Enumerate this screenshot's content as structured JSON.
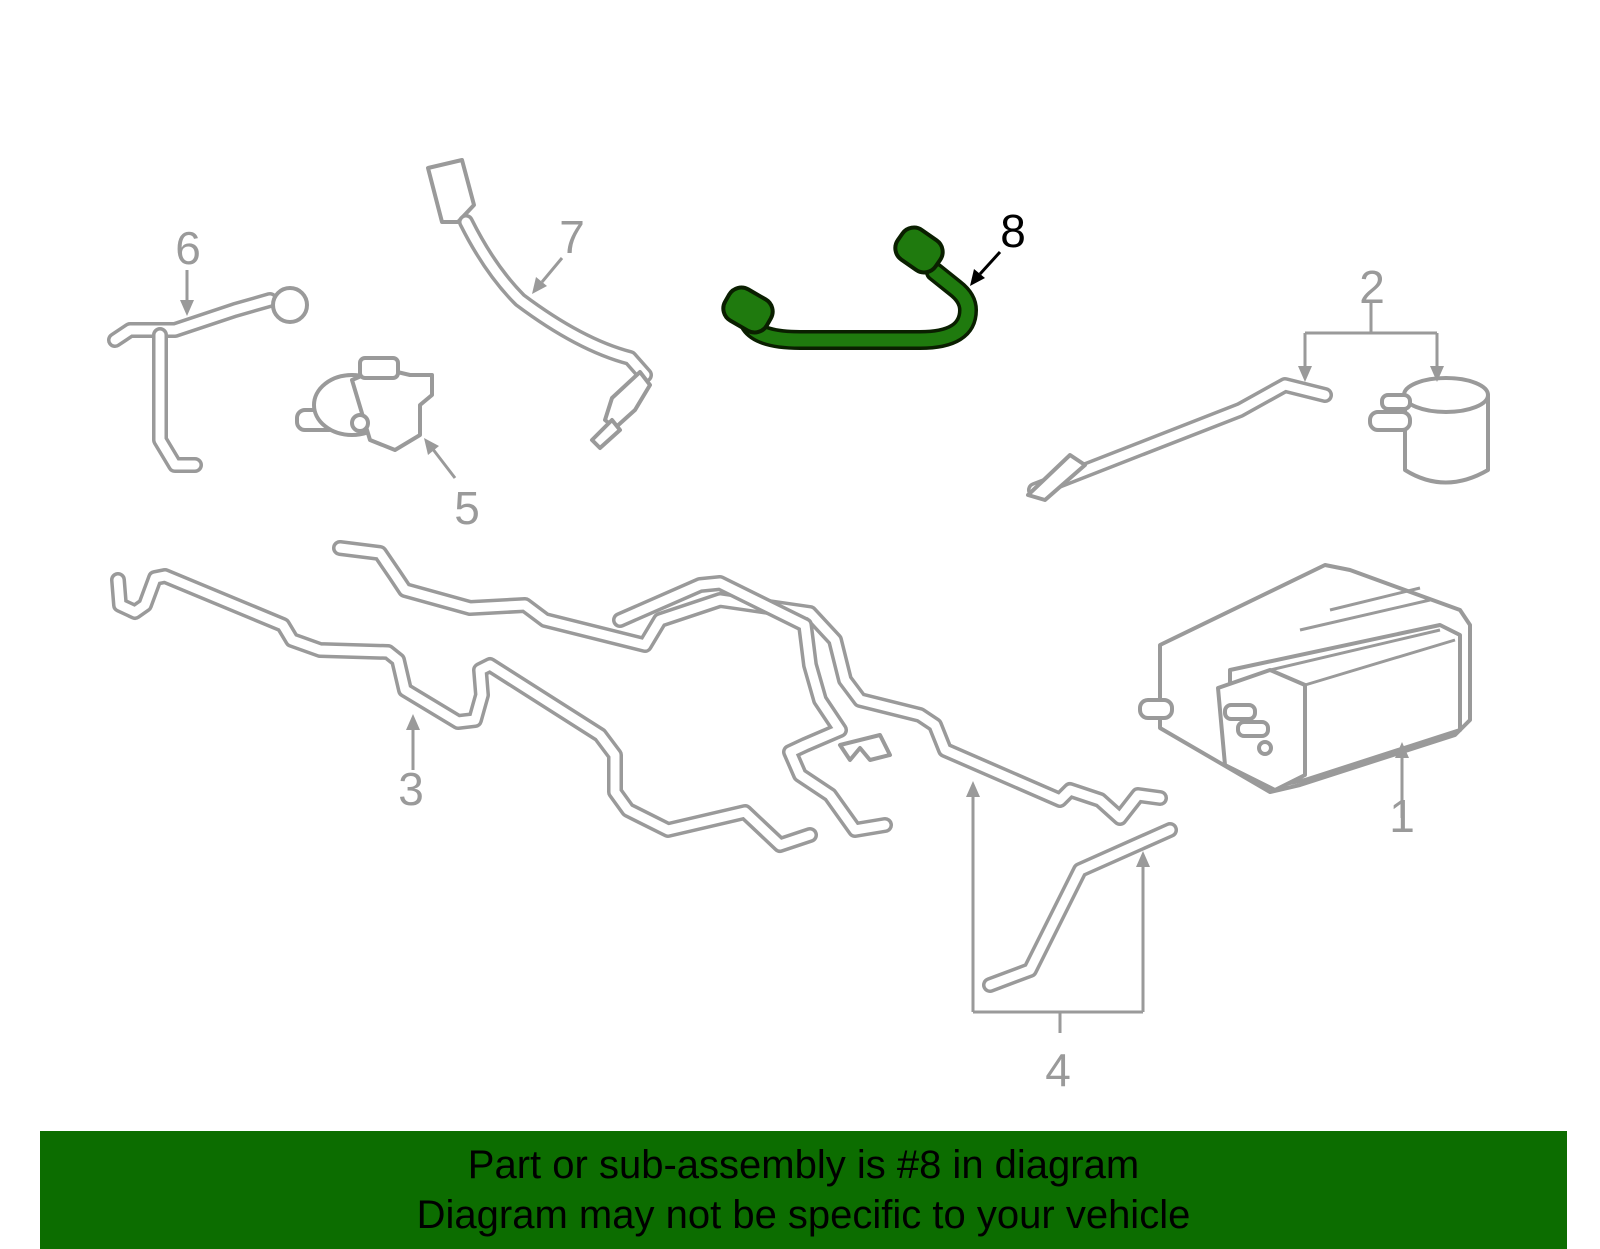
{
  "callouts": {
    "c1": "1",
    "c2": "2",
    "c3": "3",
    "c4": "4",
    "c5": "5",
    "c6": "6",
    "c7": "7",
    "c8": "8"
  },
  "highlighted_part": "8",
  "colors": {
    "highlight": "#1f7a0e",
    "banner": "#0c6d00",
    "line": "#9a9a9a"
  },
  "banner": {
    "line1": "Part or sub-assembly is #8 in diagram",
    "line2": "Diagram may not be specific to your vehicle"
  }
}
